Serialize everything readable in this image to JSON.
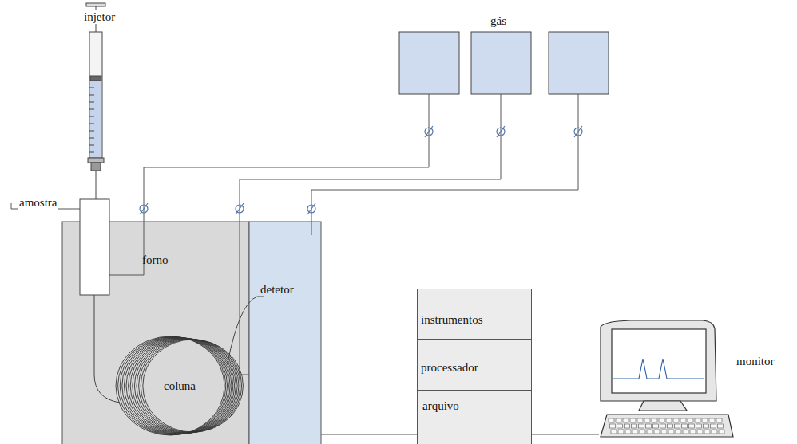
{
  "diagram": {
    "nodes": [
      {
        "text": [
          "forno"
        ]
      },
      {
        "text": [
          "coluna"
        ],
        "in": 0
      },
      {
        "text": [
          "detetor"
        ]
      },
      {
        "text": [
          "instrumentos"
        ]
      },
      {
        "text": [
          "processador"
        ]
      },
      {
        "text": [
          "arquivo"
        ]
      },
      {
        "text": [
          "monitor"
        ]
      }
    ],
    "edges": [
      {
        "from": 2,
        "to": 5,
        "arrow": "none"
      },
      {
        "from": 5,
        "to": 6,
        "arrow": "none"
      }
    ],
    "labels": [
      "gás",
      "injetor",
      "amostra"
    ]
  }
}
